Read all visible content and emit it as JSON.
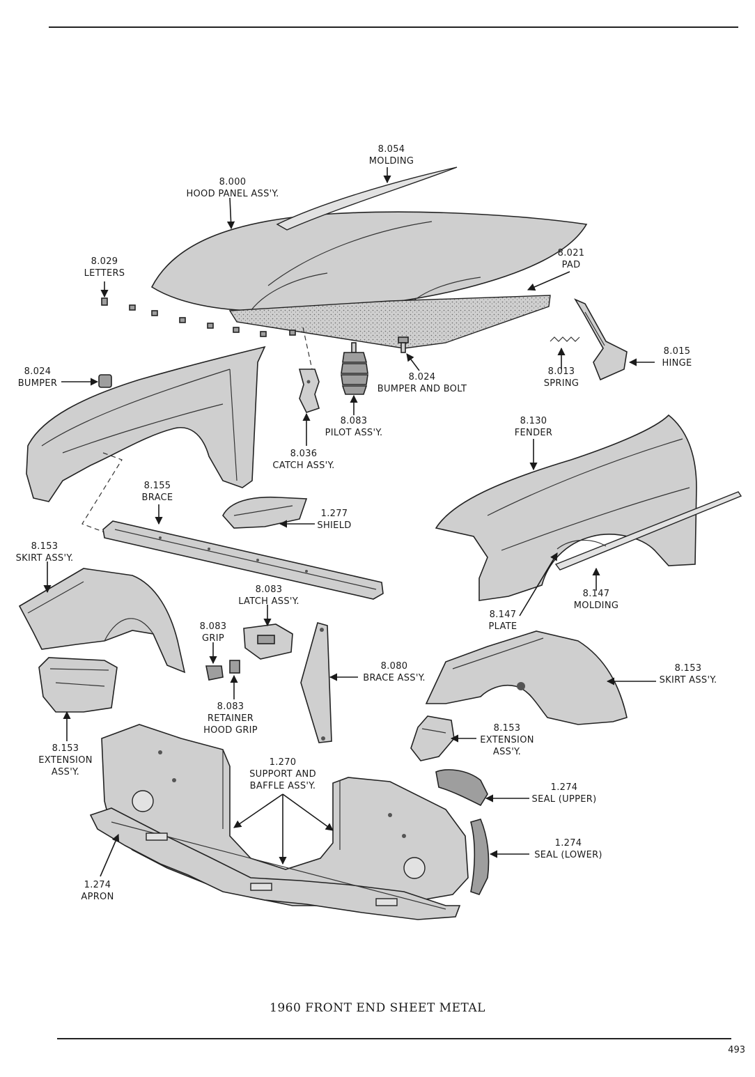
{
  "caption": "1960 FRONT END SHEET METAL",
  "page_number": "493",
  "labels": {
    "molding_8054": [
      "8.054",
      "MOLDING"
    ],
    "hood_panel": [
      "8.000",
      "HOOD PANEL ASS'Y."
    ],
    "letters": [
      "8.029",
      "LETTERS"
    ],
    "pad": [
      "8.021",
      "PAD"
    ],
    "hinge": [
      "8.015",
      "HINGE"
    ],
    "spring": [
      "8.013",
      "SPRING"
    ],
    "bumper_8024": [
      "8.024",
      "BUMPER"
    ],
    "bumper_bolt": [
      "8.024",
      "BUMPER AND BOLT"
    ],
    "pilot": [
      "8.083",
      "PILOT ASS'Y."
    ],
    "catch": [
      "8.036",
      "CATCH ASS'Y."
    ],
    "fender": [
      "8.130",
      "FENDER"
    ],
    "brace_8155": [
      "8.155",
      "BRACE"
    ],
    "shield": [
      "1.277",
      "SHIELD"
    ],
    "skirt_left": [
      "8.153",
      "SKIRT ASS'Y."
    ],
    "latch": [
      "8.083",
      "LATCH ASS'Y."
    ],
    "grip": [
      "8.083",
      "GRIP"
    ],
    "retainer": [
      "8.083",
      "RETAINER",
      "HOOD GRIP"
    ],
    "molding_8147": [
      "8.147",
      "MOLDING"
    ],
    "plate": [
      "8.147",
      "PLATE"
    ],
    "brace_assy": [
      "8.080",
      "BRACE ASS'Y."
    ],
    "skirt_right": [
      "8.153",
      "SKIRT ASS'Y."
    ],
    "extension_left": [
      "8.153",
      "EXTENSION",
      "ASS'Y."
    ],
    "extension_right": [
      "8.153",
      "EXTENSION",
      "ASS'Y."
    ],
    "support_baffle": [
      "1.270",
      "SUPPORT AND",
      "BAFFLE ASS'Y."
    ],
    "seal_upper": [
      "1.274",
      "SEAL (UPPER)"
    ],
    "seal_lower": [
      "1.274",
      "SEAL (LOWER)"
    ],
    "apron": [
      "1.274",
      "APRON"
    ]
  }
}
